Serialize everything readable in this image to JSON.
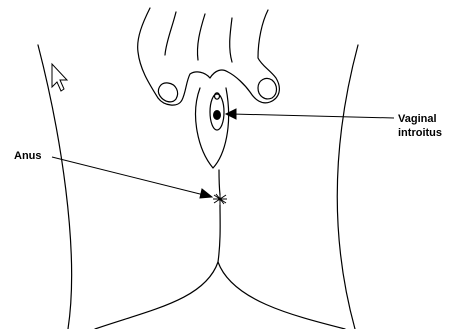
{
  "labels": {
    "anus": "Anus",
    "vaginal_introitus_line1": "Vaginal",
    "vaginal_introitus_line2": "introitus"
  },
  "cursor": {
    "icon": "mouse-pointer-icon"
  },
  "colors": {
    "line": "#000000",
    "background": "#ffffff",
    "cursor": "#ffffff"
  }
}
